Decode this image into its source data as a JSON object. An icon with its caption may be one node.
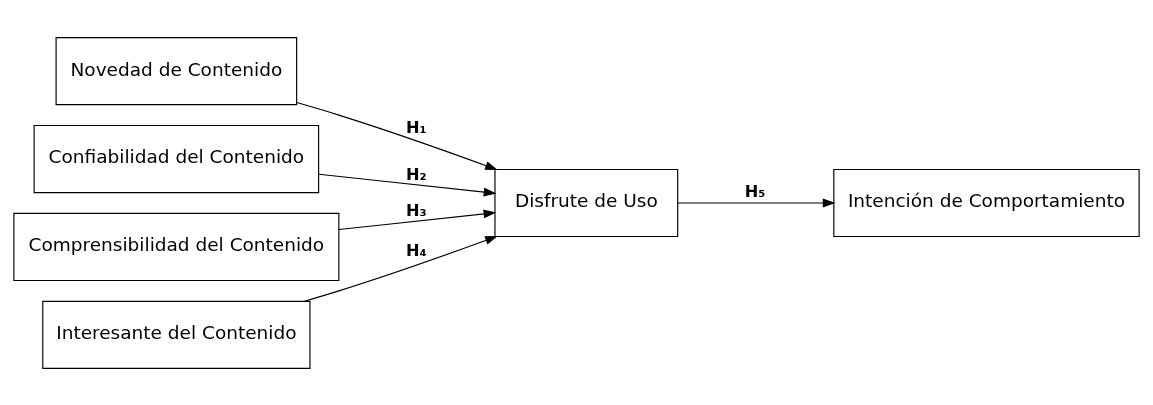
{
  "diagram": {
    "nodes": [
      {
        "text": [
          "Novedad de Contenido"
        ]
      },
      {
        "text": [
          "Confiabilidad del Contenido"
        ]
      },
      {
        "text": [
          "Comprensibilidad del Contenido"
        ]
      },
      {
        "text": [
          "Interesante del Contenido"
        ]
      },
      {
        "text": [
          "Disfrute de Uso"
        ]
      },
      {
        "text": [
          "Intención de Comportamiento"
        ]
      }
    ],
    "edges": [
      {
        "from": 0,
        "to": 4,
        "arrow": "to",
        "label": "H₁"
      },
      {
        "from": 1,
        "to": 4,
        "arrow": "to",
        "label": "H₂"
      },
      {
        "from": 2,
        "to": 4,
        "arrow": "to",
        "label": "H₃"
      },
      {
        "from": 3,
        "to": 4,
        "arrow": "to",
        "label": "H₄"
      },
      {
        "from": 4,
        "to": 5,
        "arrow": "to",
        "label": "H₅"
      }
    ]
  }
}
